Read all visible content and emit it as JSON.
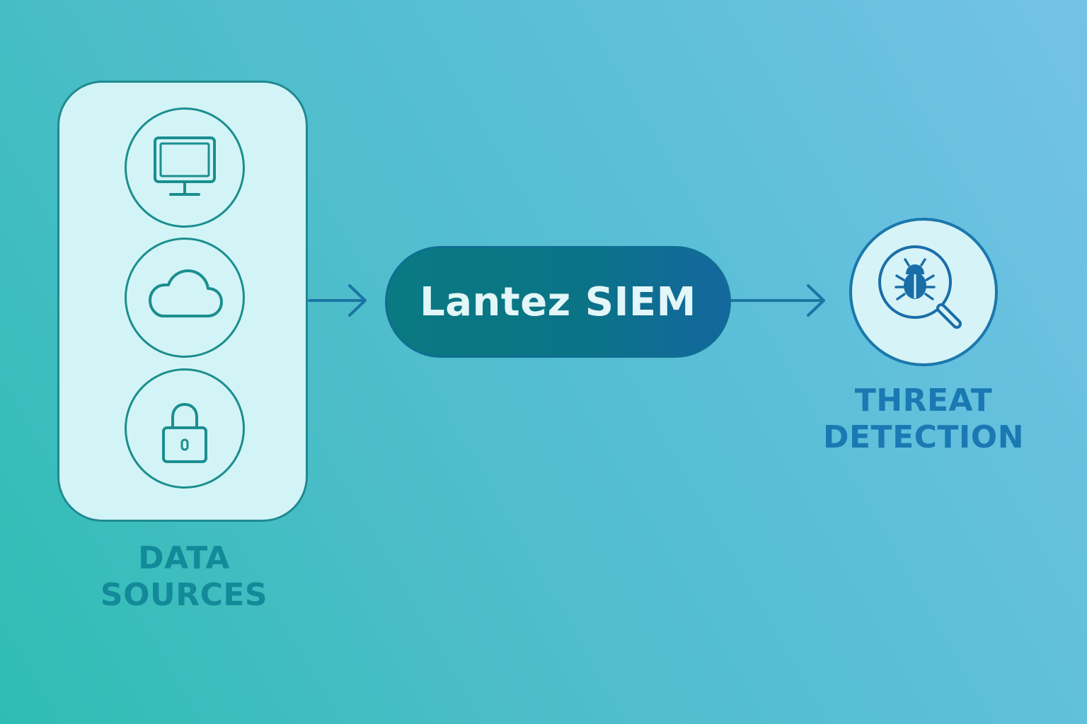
{
  "data_sources": {
    "label_line1": "DATA",
    "label_line2": "SOURCES",
    "icons": [
      "monitor-icon",
      "cloud-icon",
      "lock-icon"
    ]
  },
  "core": {
    "label": "Lantez SIEM"
  },
  "output": {
    "label_line1": "THREAT",
    "label_line2": "DETECTION",
    "icon": "bug-magnifier-icon"
  },
  "colors": {
    "panel_fill": "#d3f4f6",
    "panel_stroke": "#1f8a91",
    "core_fill": "#0a7a82",
    "core_text": "#e3f6f8",
    "sources_label": "#138a99",
    "detection_label": "#1a79b3",
    "arrow": "#1b75a3"
  }
}
